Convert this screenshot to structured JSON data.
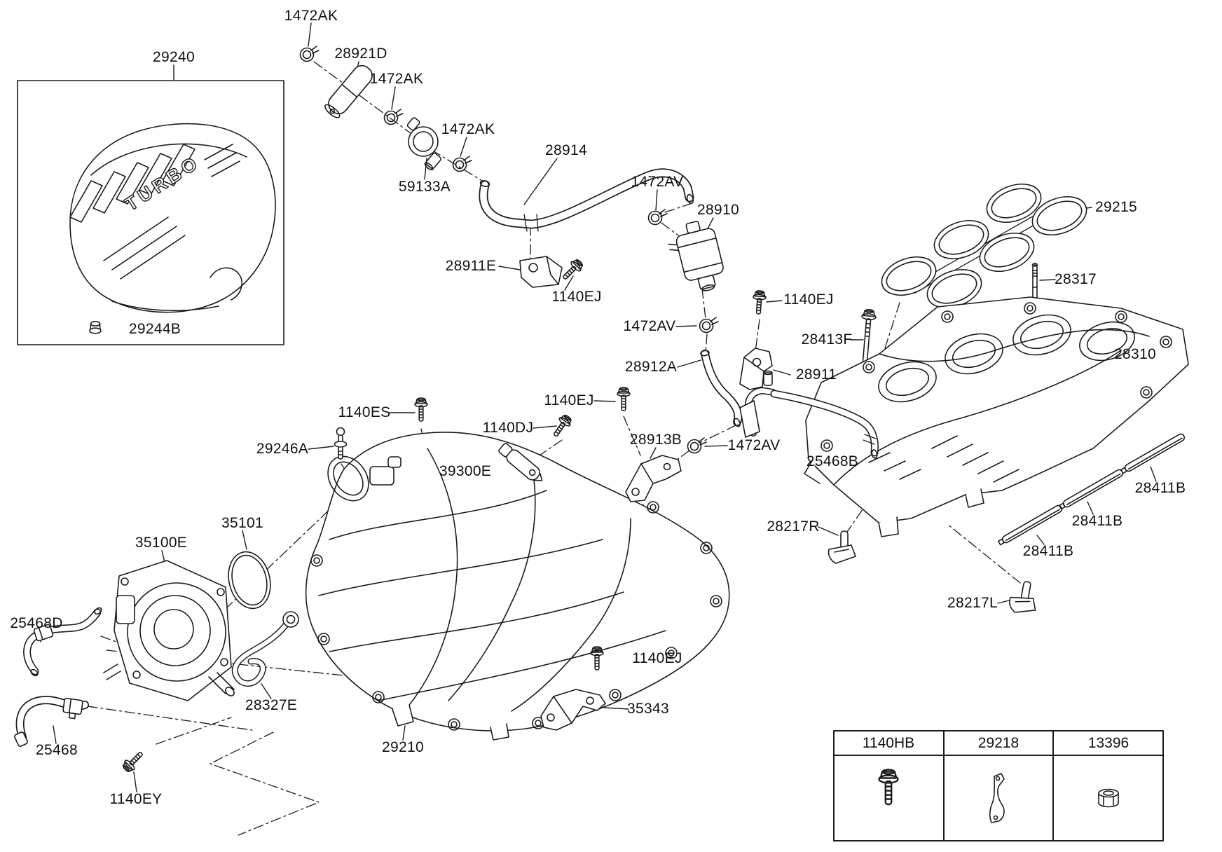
{
  "diagram": {
    "engine_cover_text": "TURBO",
    "labels": [
      {
        "id": "1472AK-1",
        "text": "1472AK"
      },
      {
        "id": "28921D",
        "text": "28921D"
      },
      {
        "id": "1472AK-2",
        "text": "1472AK"
      },
      {
        "id": "1472AK-3",
        "text": "1472AK"
      },
      {
        "id": "29240",
        "text": "29240"
      },
      {
        "id": "28914",
        "text": "28914"
      },
      {
        "id": "59133A",
        "text": "59133A"
      },
      {
        "id": "1472AV-1",
        "text": "1472AV"
      },
      {
        "id": "28910",
        "text": "28910"
      },
      {
        "id": "28911E",
        "text": "28911E"
      },
      {
        "id": "1140EJ-1",
        "text": "1140EJ"
      },
      {
        "id": "1140EJ-2",
        "text": "1140EJ"
      },
      {
        "id": "29244B",
        "text": "29244B"
      },
      {
        "id": "1472AV-2",
        "text": "1472AV"
      },
      {
        "id": "28413F",
        "text": "28413F"
      },
      {
        "id": "29215",
        "text": "29215"
      },
      {
        "id": "28317",
        "text": "28317"
      },
      {
        "id": "28310",
        "text": "28310"
      },
      {
        "id": "28912A",
        "text": "28912A"
      },
      {
        "id": "28911",
        "text": "28911"
      },
      {
        "id": "1140ES",
        "text": "1140ES"
      },
      {
        "id": "1140EJ-3",
        "text": "1140EJ"
      },
      {
        "id": "1140DJ",
        "text": "1140DJ"
      },
      {
        "id": "29246A",
        "text": "29246A"
      },
      {
        "id": "39300E",
        "text": "39300E"
      },
      {
        "id": "28913B",
        "text": "28913B"
      },
      {
        "id": "1472AV-3",
        "text": "1472AV"
      },
      {
        "id": "25468B",
        "text": "25468B"
      },
      {
        "id": "35101",
        "text": "35101"
      },
      {
        "id": "35100E",
        "text": "35100E"
      },
      {
        "id": "28217R",
        "text": "28217R"
      },
      {
        "id": "28411B-1",
        "text": "28411B"
      },
      {
        "id": "28411B-2",
        "text": "28411B"
      },
      {
        "id": "28411B-3",
        "text": "28411B"
      },
      {
        "id": "25468D",
        "text": "25468D"
      },
      {
        "id": "28217L",
        "text": "28217L"
      },
      {
        "id": "1140EJ-4",
        "text": "1140EJ"
      },
      {
        "id": "28327E",
        "text": "28327E"
      },
      {
        "id": "35343",
        "text": "35343"
      },
      {
        "id": "25468",
        "text": "25468"
      },
      {
        "id": "29210",
        "text": "29210"
      },
      {
        "id": "1140EY",
        "text": "1140EY"
      }
    ]
  },
  "parts_table": {
    "columns": [
      {
        "part_no": "1140HB",
        "icon": "flange-bolt-icon"
      },
      {
        "part_no": "29218",
        "icon": "bracket-icon"
      },
      {
        "part_no": "13396",
        "icon": "nut-icon"
      }
    ]
  }
}
